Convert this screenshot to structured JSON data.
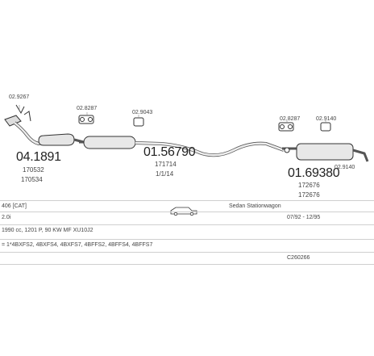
{
  "parts": {
    "p1": "02.9267",
    "p2": "04.1891",
    "p2_ref_a": "170532",
    "p2_ref_b": "170534",
    "p3": "02.8287",
    "p4": "02.9043",
    "p5": "01.56790",
    "p5_ref_a": "171714",
    "p5_ref_b": "1/1/14",
    "p6": "02.8287",
    "p7": "02.9140",
    "p8": "01.69380",
    "p9": "02.9140",
    "p8_ref_a": "172676",
    "p8_ref_b": "172676"
  },
  "table": {
    "model": "406 [CAT]",
    "body": "Sedan Stationwagon",
    "engine": "2.0i",
    "years": "07/92 - 12/95",
    "spec": "1990 cc, 1201 P, 90 KW MF XU10J2",
    "codes": "= 1*4BXFS2, 4BXFS4, 4BXFS7, 4BFFS2, 4BFFS4, 4BFFS7",
    "catalog": "C260266"
  },
  "icon": "car-silhouette-icon"
}
